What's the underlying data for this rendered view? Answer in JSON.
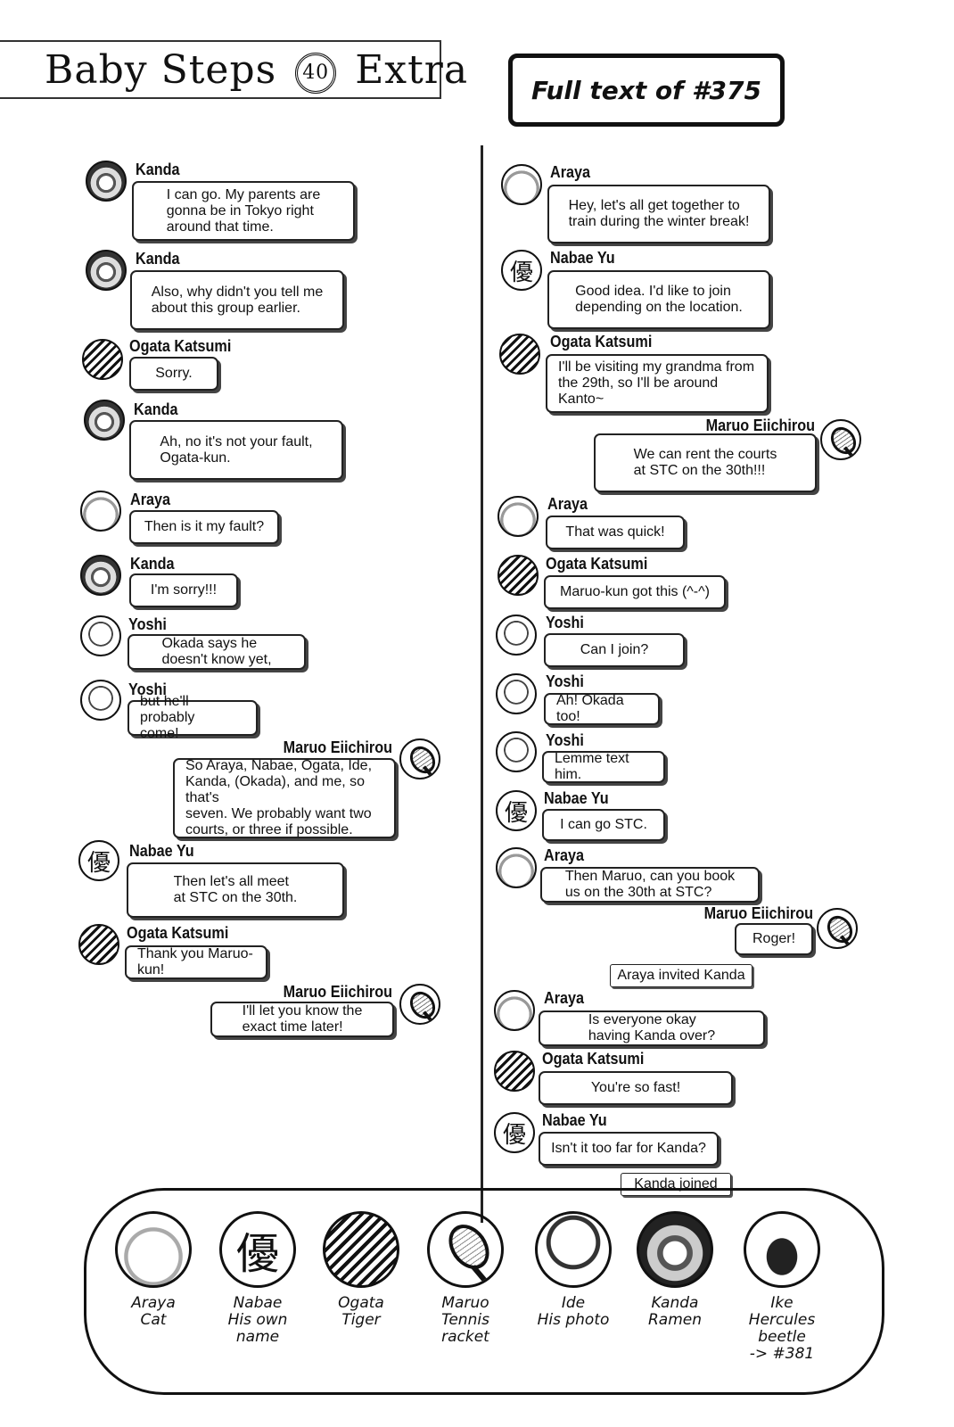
{
  "header": {
    "series_title": "Baby Steps",
    "volume_number": "40",
    "extra_label": "Extra",
    "full_text_label": "Full text of #375"
  },
  "left_column": [
    {
      "sender": "Kanda",
      "avatar": "ramen-icon",
      "text": "I can go. My parents are\ngonna be in Tokyo right\naround that time."
    },
    {
      "sender": "Kanda",
      "avatar": "ramen-icon",
      "text": "Also, why didn't you tell me\nabout this group earlier."
    },
    {
      "sender": "Ogata Katsumi",
      "avatar": "tiger-icon",
      "text": "Sorry."
    },
    {
      "sender": "Kanda",
      "avatar": "ramen-icon",
      "text": "Ah, no it's not your fault,\nOgata-kun."
    },
    {
      "sender": "Araya",
      "avatar": "cat-icon",
      "text": "Then is it my fault?"
    },
    {
      "sender": "Kanda",
      "avatar": "ramen-icon",
      "text": "I'm sorry!!!"
    },
    {
      "sender": "Yoshi",
      "avatar": "photo-icon",
      "text": "Okada says he\ndoesn't know yet,"
    },
    {
      "sender": "Yoshi",
      "avatar": "photo-icon",
      "text": "but he'll probably\ncome!"
    },
    {
      "sender": "Maruo Eiichirou",
      "avatar": "tennis-racket-icon",
      "text": "So Araya, Nabae, Ogata, Ide,\nKanda, (Okada), and me, so that's\nseven. We probably want two\ncourts, or three if possible."
    },
    {
      "sender": "Nabae Yu",
      "avatar": "kanji-yu-icon",
      "text": "Then let's all meet\nat STC on the 30th."
    },
    {
      "sender": "Ogata Katsumi",
      "avatar": "tiger-icon",
      "text": "Thank you Maruo-kun!"
    },
    {
      "sender": "Maruo Eiichirou",
      "avatar": "tennis-racket-icon",
      "text": "I'll let you know the\nexact time later!"
    }
  ],
  "right_column": [
    {
      "sender": "Araya",
      "avatar": "cat-icon",
      "text": "Hey, let's all get together to\ntrain during the winter break!"
    },
    {
      "sender": "Nabae Yu",
      "avatar": "kanji-yu-icon",
      "text": "Good idea. I'd like to join\ndepending on the location."
    },
    {
      "sender": "Ogata Katsumi",
      "avatar": "tiger-icon",
      "text": "I'll be visiting my grandma from\nthe 29th, so I'll be around Kanto~"
    },
    {
      "sender": "Maruo Eiichirou",
      "avatar": "tennis-racket-icon",
      "text": "We can rent the courts\nat STC on the 30th!!!"
    },
    {
      "sender": "Araya",
      "avatar": "cat-icon",
      "text": "That was quick!"
    },
    {
      "sender": "Ogata Katsumi",
      "avatar": "tiger-icon",
      "text": "Maruo-kun got this (^-^)"
    },
    {
      "sender": "Yoshi",
      "avatar": "photo-icon",
      "text": "Can I join?"
    },
    {
      "sender": "Yoshi",
      "avatar": "photo-icon",
      "text": "Ah! Okada too!"
    },
    {
      "sender": "Yoshi",
      "avatar": "photo-icon",
      "text": "Lemme text him."
    },
    {
      "sender": "Nabae Yu",
      "avatar": "kanji-yu-icon",
      "text": "I can go STC."
    },
    {
      "sender": "Araya",
      "avatar": "cat-icon",
      "text": "Then Maruo, can you book\nus on the 30th at STC?"
    },
    {
      "sender": "Maruo Eiichirou",
      "avatar": "tennis-racket-icon",
      "text": "Roger!"
    },
    {
      "system": "Araya invited Kanda"
    },
    {
      "sender": "Araya",
      "avatar": "cat-icon",
      "text": "Is everyone okay\nhaving Kanda over?"
    },
    {
      "sender": "Ogata Katsumi",
      "avatar": "tiger-icon",
      "text": "You're so fast!"
    },
    {
      "sender": "Nabae Yu",
      "avatar": "kanji-yu-icon",
      "text": "Isn't it too far for Kanda?"
    },
    {
      "system": "Kanda joined"
    }
  ],
  "legend": [
    {
      "avatar": "cat-icon",
      "label": "Araya\nCat"
    },
    {
      "avatar": "kanji-yu-icon",
      "glyph": "優",
      "label": "Nabae\nHis own\nname"
    },
    {
      "avatar": "tiger-icon",
      "label": "Ogata\nTiger"
    },
    {
      "avatar": "tennis-racket-icon",
      "label": "Maruo\nTennis\nracket"
    },
    {
      "avatar": "photo-icon",
      "label": "Ide\nHis photo"
    },
    {
      "avatar": "ramen-icon",
      "label": "Kanda\nRamen"
    },
    {
      "avatar": "beetle-icon",
      "label": "Ike\nHercules\nbeetle\n-> #381"
    }
  ],
  "kanji_glyph": "優"
}
